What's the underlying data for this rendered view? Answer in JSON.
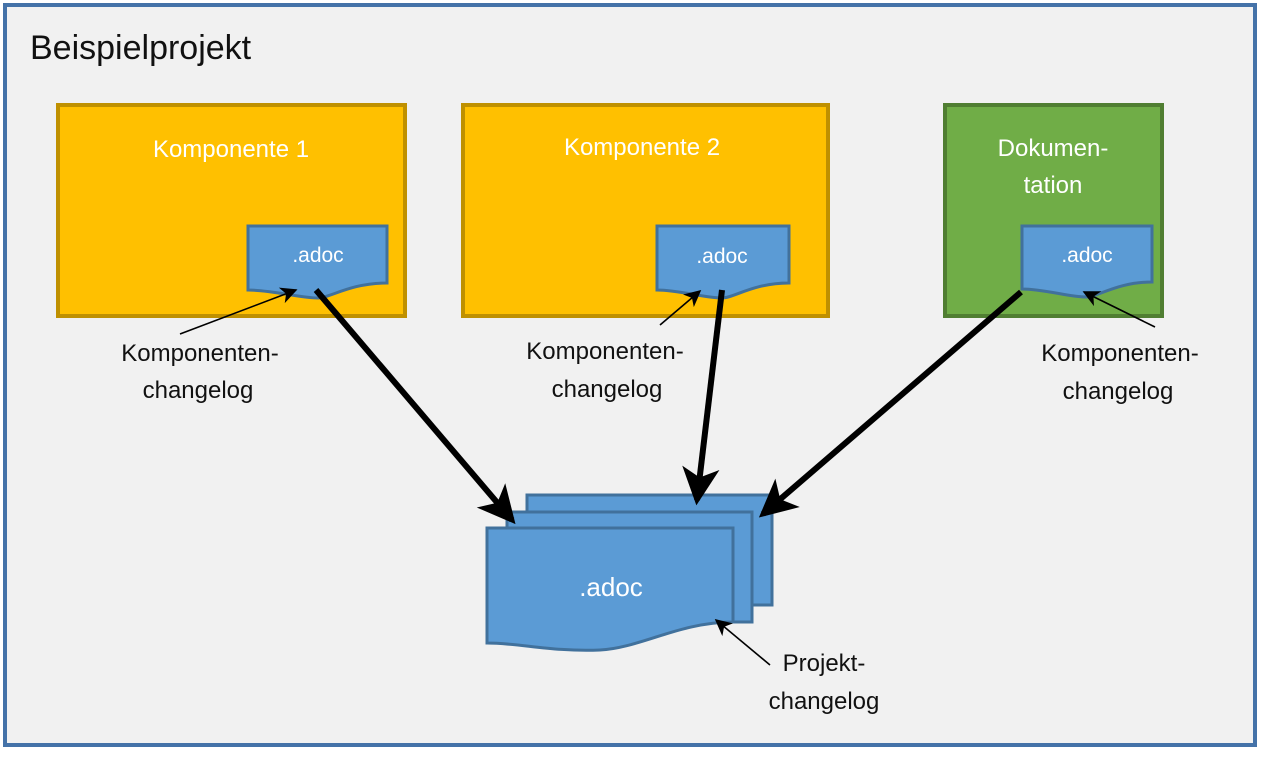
{
  "diagram": {
    "title": "Beispielprojekt",
    "frame": {
      "border_color": "#4472a8",
      "fill_color": "#f1f1f1"
    },
    "colors": {
      "component_fill": "#ffc000",
      "component_border": "#bf9000",
      "documentation_fill": "#70ad47",
      "documentation_border": "#507e32",
      "document_fill": "#5b9bd5",
      "document_border": "#41719c",
      "arrow": "#000000",
      "text_light": "#ffffff",
      "text_dark": "#111111"
    },
    "boxes": [
      {
        "id": "komponente-1",
        "label": "Komponente 1",
        "kind": "component",
        "document": {
          "label": ".adoc"
        },
        "callout": {
          "line1": "Komponenten-",
          "line2": "changelog"
        }
      },
      {
        "id": "komponente-2",
        "label": "Komponente 2",
        "kind": "component",
        "document": {
          "label": ".adoc"
        },
        "callout": {
          "line1": "Komponenten-",
          "line2": "changelog"
        }
      },
      {
        "id": "dokumentation",
        "label_line1": "Dokumen-",
        "label_line2": "tation",
        "label": "Dokumentation",
        "kind": "documentation",
        "document": {
          "label": ".adoc"
        },
        "callout": {
          "line1": "Komponenten-",
          "line2": "changelog"
        }
      }
    ],
    "central_stack": {
      "id": "projekt-changelog-stack",
      "label": ".adoc",
      "sheet_count": 3,
      "callout": {
        "line1": "Projekt-",
        "line2": "changelog"
      }
    },
    "flows": [
      {
        "from": "komponente-1",
        "to": "projekt-changelog-stack"
      },
      {
        "from": "komponente-2",
        "to": "projekt-changelog-stack"
      },
      {
        "from": "dokumentation",
        "to": "projekt-changelog-stack"
      }
    ]
  }
}
